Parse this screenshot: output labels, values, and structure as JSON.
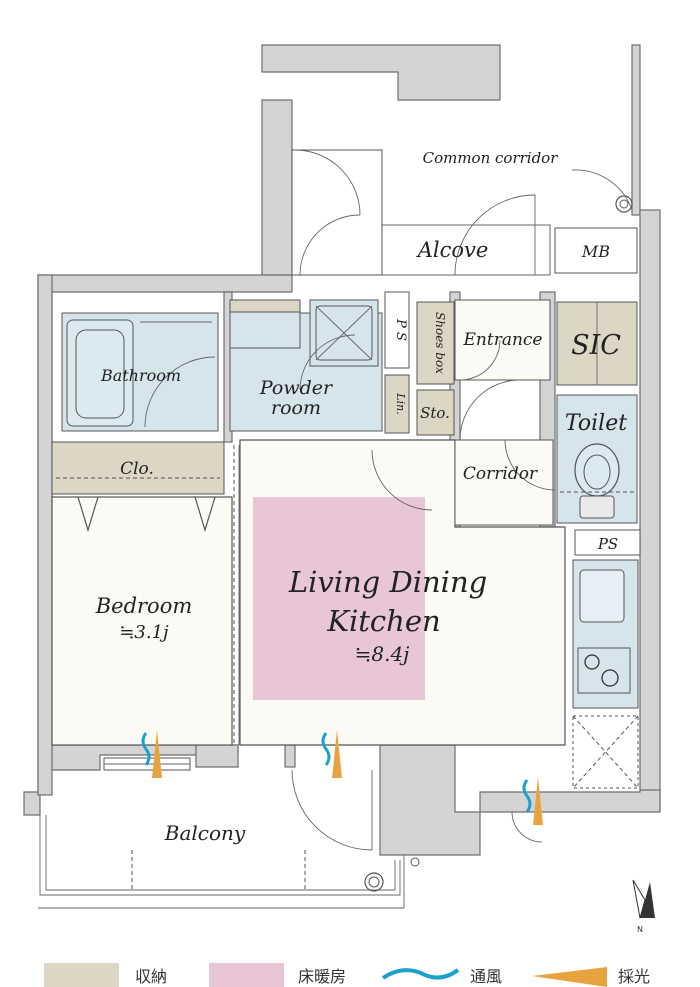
{
  "rooms": {
    "common_corridor": "Common corridor",
    "alcove": "Alcove",
    "mb": "MB",
    "ps_top": "P S",
    "shoes_box": "Shoes box",
    "entrance": "Entrance",
    "sic": "SIC",
    "bathroom": "Bathroom",
    "powder_room_1": "Powder",
    "powder_room_2": "room",
    "lin": "Lin.",
    "sto": "Sto.",
    "toilet": "Toilet",
    "corridor": "Corridor",
    "clo": "Clo.",
    "ps_kitchen": "PS",
    "bedroom": "Bedroom",
    "bedroom_area": "≒3.1j",
    "ldk_1": "Living Dining",
    "ldk_2": "Kitchen",
    "ldk_area": "≒8.4j",
    "balcony": "Balcony",
    "compass_n": "N"
  },
  "legend": [
    {
      "label": "収納",
      "kind": "box",
      "color": "#dcd7c4"
    },
    {
      "label": "床暖房",
      "kind": "box",
      "color": "#e8c6d6"
    },
    {
      "label": "通風",
      "kind": "wave",
      "color": "#1aa1cc"
    },
    {
      "label": "採光",
      "kind": "wedge",
      "color": "#e7a33f"
    }
  ],
  "colors": {
    "storage": "#dcd7c4",
    "floor_heating": "#e8c6d6",
    "wet_area": "#d6e4ec",
    "room": "#fbfaf5",
    "wall": "#d4d4d4",
    "ventilation": "#1aa1cc",
    "daylight": "#e7a33f"
  }
}
